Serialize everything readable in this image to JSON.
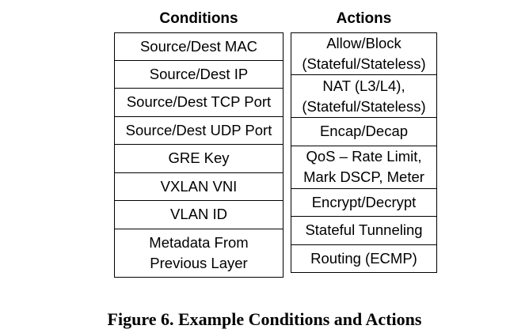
{
  "conditions": {
    "header": "Conditions",
    "items": [
      "Source/Dest MAC",
      "Source/Dest IP",
      "Source/Dest TCP Port",
      "Source/Dest UDP Port",
      "GRE Key",
      "VXLAN VNI",
      "VLAN ID",
      "Metadata From\nPrevious Layer"
    ]
  },
  "actions": {
    "header": "Actions",
    "items": [
      "Allow/Block\n(Stateful/Stateless)",
      "NAT (L3/L4),\n(Stateful/Stateless)",
      "Encap/Decap",
      "QoS – Rate Limit,\nMark DSCP, Meter",
      "Encrypt/Decrypt",
      "Stateful Tunneling",
      "Routing (ECMP)"
    ]
  },
  "caption": "Figure 6. Example Conditions and Actions"
}
